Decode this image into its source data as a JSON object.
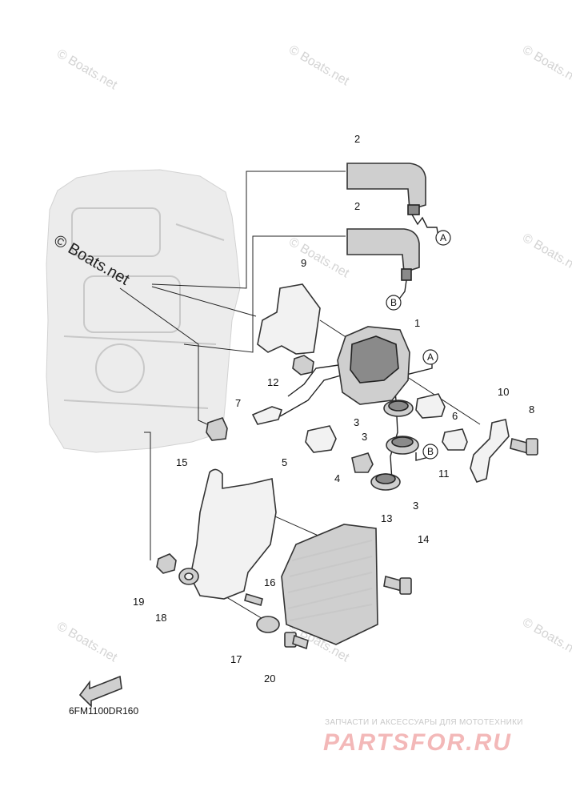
{
  "diagram": {
    "code": "6FM1100DR160",
    "watermark": "© Boats.net",
    "brand_top": "ЗАПЧАСТИ И АКСЕССУАРЫ ДЛЯ МОТОТЕХНИКИ",
    "brand_main": "PARTSFOR.RU",
    "callouts": [
      "1",
      "2",
      "2",
      "3",
      "3",
      "3",
      "4",
      "5",
      "6",
      "7",
      "8",
      "9",
      "10",
      "11",
      "12",
      "13",
      "14",
      "15",
      "16",
      "17",
      "18",
      "19",
      "20"
    ],
    "refs": [
      "A",
      "B",
      "A",
      "B"
    ]
  }
}
